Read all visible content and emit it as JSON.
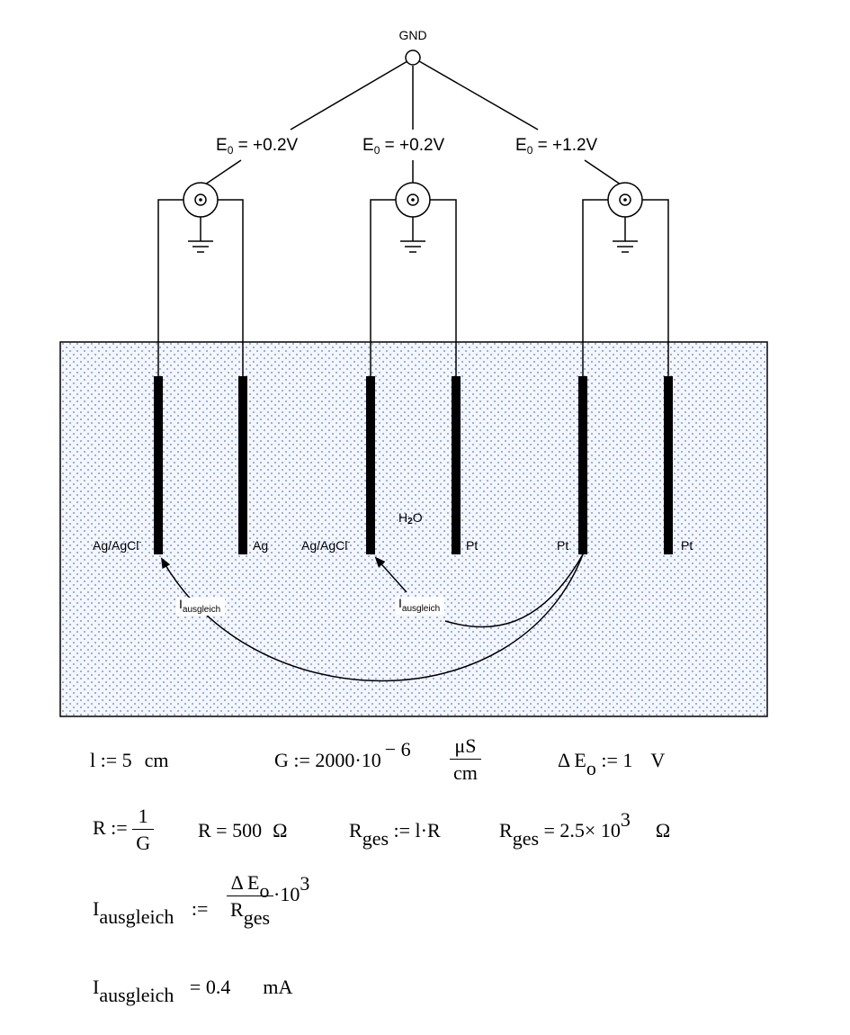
{
  "diagram": {
    "gnd_label": "GND",
    "source_labels": [
      {
        "prefix": "E",
        "sub": "0",
        "value": " = +0.2V"
      },
      {
        "prefix": "E",
        "sub": "0",
        "value": " = +0.2V"
      },
      {
        "prefix": "E",
        "sub": "0",
        "value": " = +1.2V"
      }
    ],
    "electrodes": [
      {
        "label": "Ag/AgCl",
        "sup": "-"
      },
      {
        "label": "Ag",
        "sup": ""
      },
      {
        "label": "Ag/AgCl",
        "sup": "-"
      },
      {
        "label": "Pt",
        "sup": ""
      },
      {
        "label": "Pt",
        "sup": ""
      },
      {
        "label": "Pt",
        "sup": ""
      }
    ],
    "medium": {
      "prefix": "H",
      "sub": "2",
      "suffix": "O"
    },
    "current_labels": [
      {
        "prefix": "I",
        "sub": "ausgleich"
      },
      {
        "prefix": "I",
        "sub": "ausgleich"
      }
    ],
    "colors": {
      "bath_fill": "#f4f7ff",
      "bath_dots": "#5a7ad6",
      "line": "#000000"
    }
  },
  "formulas": {
    "l_def": {
      "lhs": "l := 5",
      "unit": "cm"
    },
    "g_def": {
      "lhs": "G := 2000·10",
      "exp": "− 6",
      "unit_num": "μS",
      "unit_den": "cm"
    },
    "de_def": {
      "lhs": "Δ E",
      "sub": "o",
      "op": " := 1",
      "unit": "V"
    },
    "r_def": {
      "lhs": "R := ",
      "num": "1",
      "den": "G"
    },
    "r_val": {
      "text": "R = 500",
      "unit": "Ω"
    },
    "rges_def": {
      "lhs": "R",
      "sub": "ges",
      "rhs": " := l·R"
    },
    "rges_val": {
      "lhs": "R",
      "sub": "ges",
      "rhs": " = 2.5× 10",
      "exp": "3",
      "unit": "Ω"
    },
    "i_def": {
      "lhs": "I",
      "sub": "ausgleich",
      "op": " := ",
      "num_lhs": "Δ E",
      "num_sub": "o",
      "den_lhs": "R",
      "den_sub": "ges",
      "factor": "·10",
      "exp": "3"
    },
    "i_val": {
      "lhs": "I",
      "sub": "ausgleich",
      "rhs": " = 0.4",
      "unit": "mA"
    }
  }
}
